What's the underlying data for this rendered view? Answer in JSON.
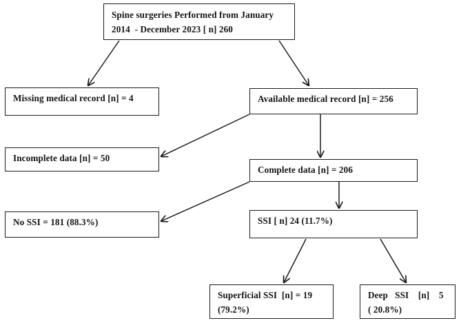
{
  "diagram": {
    "title": "Spine surgery SSI patient flow diagram",
    "type": "flowchart",
    "stroke_color": "#1a1a1a",
    "text_color": "#141414",
    "background_color": "#ffffff",
    "nodes": {
      "total": {
        "name": "total-surgeries",
        "line1": "Spine surgeries Performed from January",
        "line2": "2014  - December 2023 [ n] 260",
        "count": 260
      },
      "missing": {
        "name": "missing-medical-record",
        "line1": "Missing medical record [n] = 4",
        "count": 4
      },
      "available": {
        "name": "available-medical-record",
        "line1": "Available medical record [n] = 256",
        "count": 256
      },
      "incomplete": {
        "name": "incomplete-data",
        "line1": "Incomplete data [n] = 50",
        "count": 50
      },
      "complete": {
        "name": "complete-data",
        "line1": "Complete data [n] = 206",
        "count": 206
      },
      "no_ssi": {
        "name": "no-ssi",
        "line1": "No SSI = 181 (88.3%)",
        "count": 181,
        "percent": "88.3%"
      },
      "ssi": {
        "name": "ssi",
        "line1": "SSI [ n] 24 (11.7%)",
        "count": 24,
        "percent": "11.7%"
      },
      "superficial": {
        "name": "superficial-ssi",
        "line1": "Superficial SSI  [n] = 19",
        "line2": "(79.2%)",
        "count": 19,
        "percent": "79.2%"
      },
      "deep": {
        "name": "deep-ssi",
        "line1": "Deep   SSI    [n]    5",
        "line2": "( 20.8%)",
        "count": 5,
        "percent": "20.8%"
      }
    },
    "edges": [
      {
        "name": "edge-total-to-missing",
        "from": "total",
        "to": "missing"
      },
      {
        "name": "edge-total-to-available",
        "from": "total",
        "to": "available"
      },
      {
        "name": "edge-available-to-incomplete",
        "from": "available",
        "to": "incomplete"
      },
      {
        "name": "edge-available-to-complete",
        "from": "available",
        "to": "complete"
      },
      {
        "name": "edge-complete-to-nossi",
        "from": "complete",
        "to": "no_ssi"
      },
      {
        "name": "edge-complete-to-ssi",
        "from": "complete",
        "to": "ssi"
      },
      {
        "name": "edge-ssi-to-superficial",
        "from": "ssi",
        "to": "superficial"
      },
      {
        "name": "edge-ssi-to-deep",
        "from": "ssi",
        "to": "deep"
      }
    ]
  }
}
